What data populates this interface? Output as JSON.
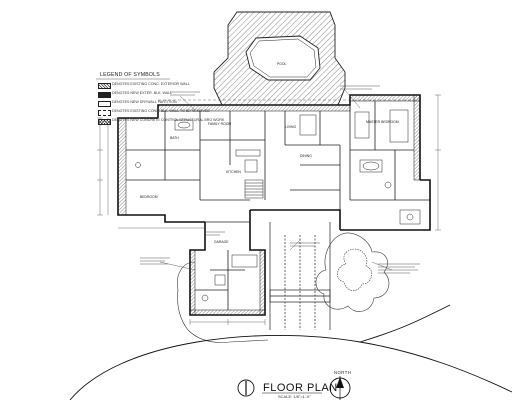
{
  "drawing": {
    "title": "FLOOR PLAN",
    "scale_note": "SCALE: 1/8\"=1'-0\"",
    "north_label": "NORTH"
  },
  "legend": {
    "title": "LEGEND OF SYMBOLS",
    "entries": [
      {
        "label": "DENOTES EXISTING CONC. EXTERIOR WALL",
        "swatch": "hatch"
      },
      {
        "label": "DENOTES NEW EXTER. BLK. WALL",
        "swatch": "solid"
      },
      {
        "label": "DENOTES NEW DRYWALL PARTITION",
        "swatch": "empty"
      },
      {
        "label": "DENOTES EXISTING CONC. BLK. WALL TO BE REMOVED",
        "swatch": "dashed"
      },
      {
        "label": "DENOTES NEW CONCRETE CONTROL STRUCTURAL BRG WORK",
        "swatch": "cross"
      }
    ]
  },
  "rooms": {
    "pool": "POOL",
    "living": "LIVING",
    "family": "FAMILY ROOM",
    "kitchen": "KITCHEN",
    "master": "MASTER BEDROOM",
    "garage": "GARAGE",
    "dining": "DINING",
    "bath": "BATH",
    "bedroom": "BEDROOM"
  },
  "colors": {
    "ink": "#1a1a1a",
    "paper": "#ffffff",
    "hatch": "#555555"
  }
}
